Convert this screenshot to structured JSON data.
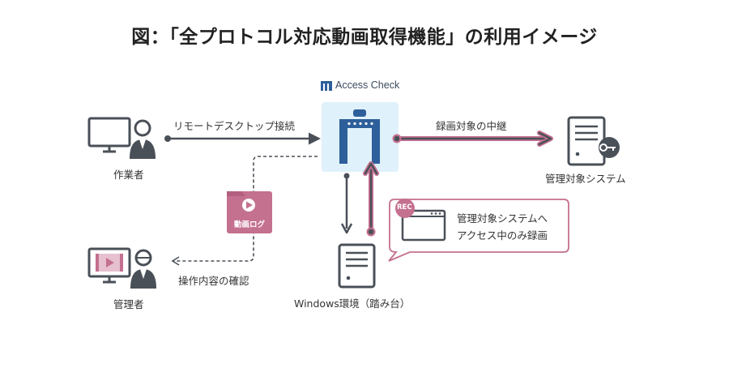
{
  "title": "図：「全プロトコル対応動画取得機能」の利用イメージ",
  "brand": "Access Check",
  "nodes": {
    "worker": "作業者",
    "admin": "管理者",
    "target_system": "管理対象システム",
    "windows_env": "Windows環境（踏み台）"
  },
  "edges": {
    "remote_desktop": "リモートデスクトップ接続",
    "relay_recording": "録画対象の中継",
    "review": "操作内容の確認"
  },
  "video_log_label": "動画ログ",
  "rec_badge": "REC",
  "callout": {
    "line1": "管理対象システムへ",
    "line2": "アクセス中のみ録画"
  },
  "colors": {
    "dark_gray": "#4a5058",
    "pink": "#c4708f",
    "pink_light": "#e7c0cf",
    "light_blue": "#dff1fb",
    "gate_blue": "#2d5f9a"
  }
}
